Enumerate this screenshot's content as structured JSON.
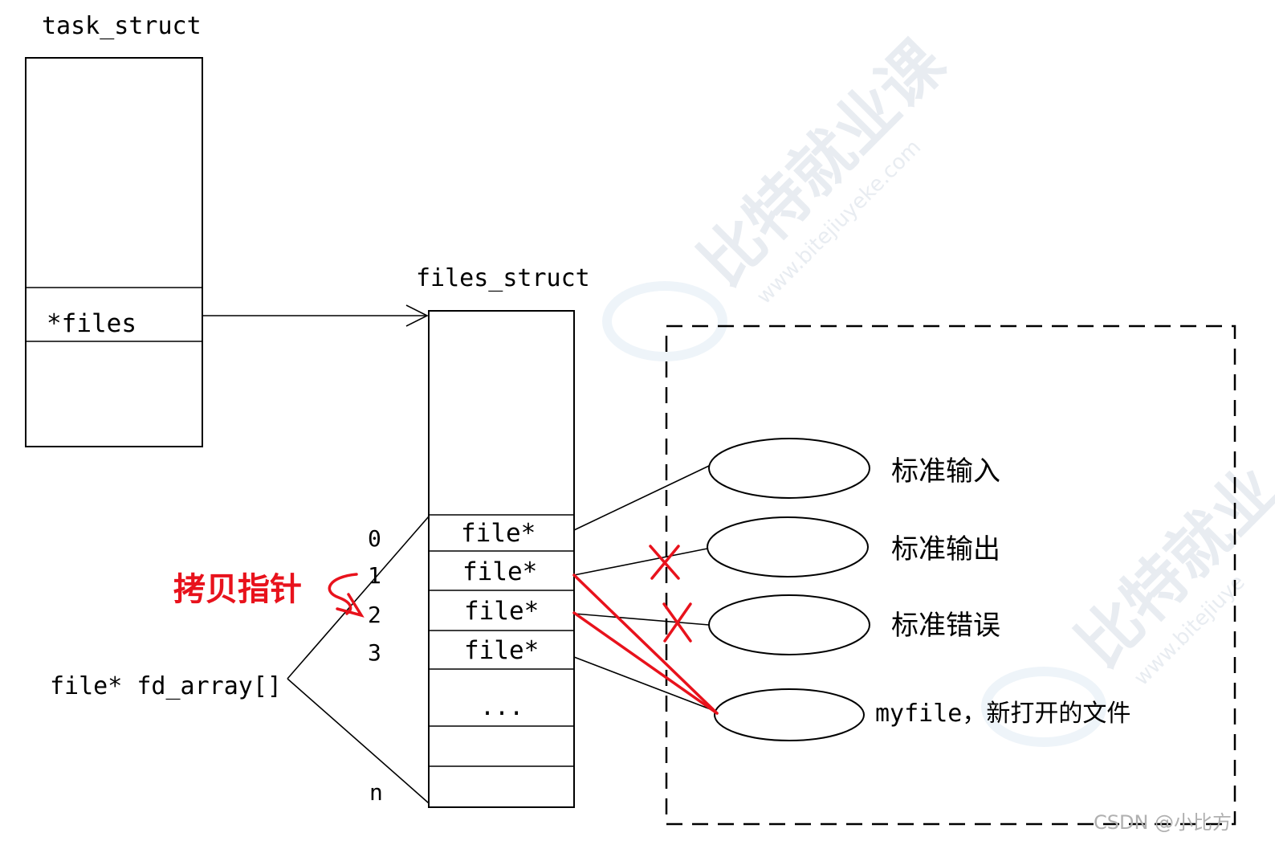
{
  "task_struct": {
    "title": "task_struct",
    "files_field": "*files"
  },
  "files_struct": {
    "title": "files_struct",
    "slots": [
      "file*",
      "file*",
      "file*",
      "file*"
    ],
    "ellipsis": "...",
    "indices": [
      "0",
      "1",
      "2",
      "3",
      "n"
    ],
    "array_label": "file* fd_array[]"
  },
  "files": [
    {
      "label": "标准输入"
    },
    {
      "label": "标准输出"
    },
    {
      "label": "标准错误"
    },
    {
      "label": "myfile，新打开的文件"
    }
  ],
  "annotation": {
    "text": "拷贝指针",
    "color": "#e8121c"
  },
  "watermarks": [
    {
      "cn": "比特就业课",
      "url": "www.bitejiuyeke.com"
    },
    {
      "cn": "比特就业",
      "url": "www.bitejiuye"
    }
  ],
  "credit": "CSDN @小比方"
}
